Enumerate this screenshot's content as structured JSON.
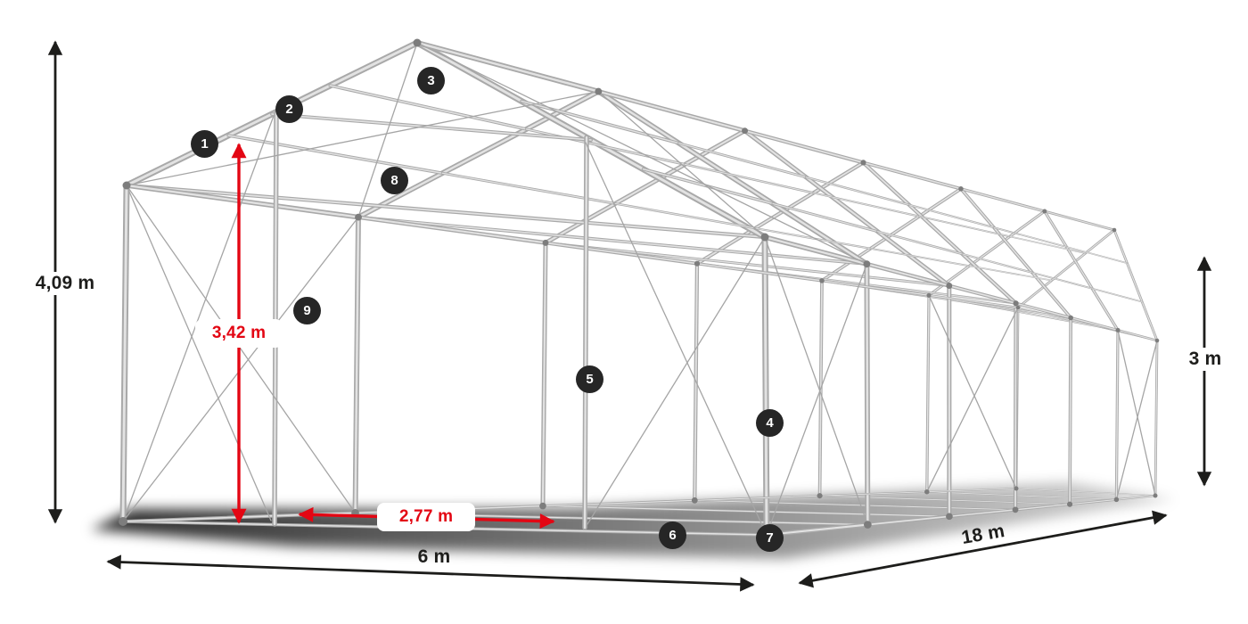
{
  "diagram": {
    "name": "Tent frame construction with dimensions",
    "colors": {
      "frame": "#a9a9a9",
      "frame_highlight": "#e2e2e2",
      "dimension_black": "#1d1d1b",
      "dimension_red": "#e30613",
      "badge_background": "#262626",
      "badge_text": "#ffffff"
    },
    "dimensions": {
      "total_height": "4,09 m",
      "clear_height": "3,42 m",
      "clear_width": "2,77 m",
      "width": "6 m",
      "length": "18 m",
      "side_height": "3 m"
    },
    "badges": [
      {
        "label": "1"
      },
      {
        "label": "2"
      },
      {
        "label": "3"
      },
      {
        "label": "4"
      },
      {
        "label": "5"
      },
      {
        "label": "6"
      },
      {
        "label": "7"
      },
      {
        "label": "8"
      },
      {
        "label": "9"
      }
    ]
  }
}
